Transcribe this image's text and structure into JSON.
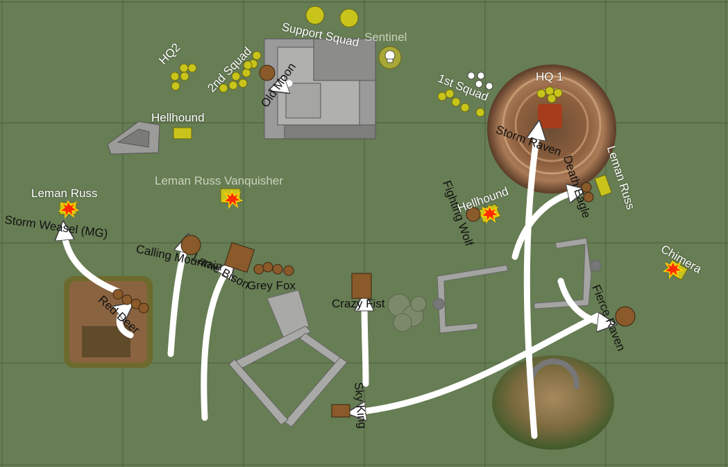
{
  "board": {
    "background": "#677d54",
    "grid_color": "#4f5f41"
  },
  "colors": {
    "imperial": "#c8c41b",
    "ork": "#8a5a2a",
    "arrow": "#ffffff",
    "explosion": "#ff2a00"
  },
  "labels": {
    "hq2": "HQ2",
    "second_squad": "2nd Squad",
    "support_squad": "Support Squad",
    "sentinel": "Sentinel",
    "old_moon": "Old Moon",
    "first_squad": "1st Squad",
    "hq1": "HQ 1",
    "hellhound_left": "Hellhound",
    "storm_raven": "Storm Raven",
    "death_eagle": "Death Eagle",
    "leman_russ_right": "Leman Russ",
    "leman_russ_vanquisher": "Leman Russ Vanquisher",
    "fighting_wolf": "Fighting Wolf",
    "hellhound_right": "Hellhound",
    "leman_russ_left": "Leman Russ",
    "storm_weasel": "Storm Weasel (MG)",
    "calling_mountain": "Calling Mountain",
    "lame_bison": "Lame Bison",
    "grey_fox": "Grey Fox",
    "crazy_fist": "Crazy Fist",
    "chimera": "Chimera",
    "red_deer": "Red Deer",
    "fierce_raven": "Fierce Raven",
    "sky_king": "Sky King"
  },
  "icons": {
    "destroyed": "skull-icon",
    "wrecked": "explosion-icon"
  }
}
